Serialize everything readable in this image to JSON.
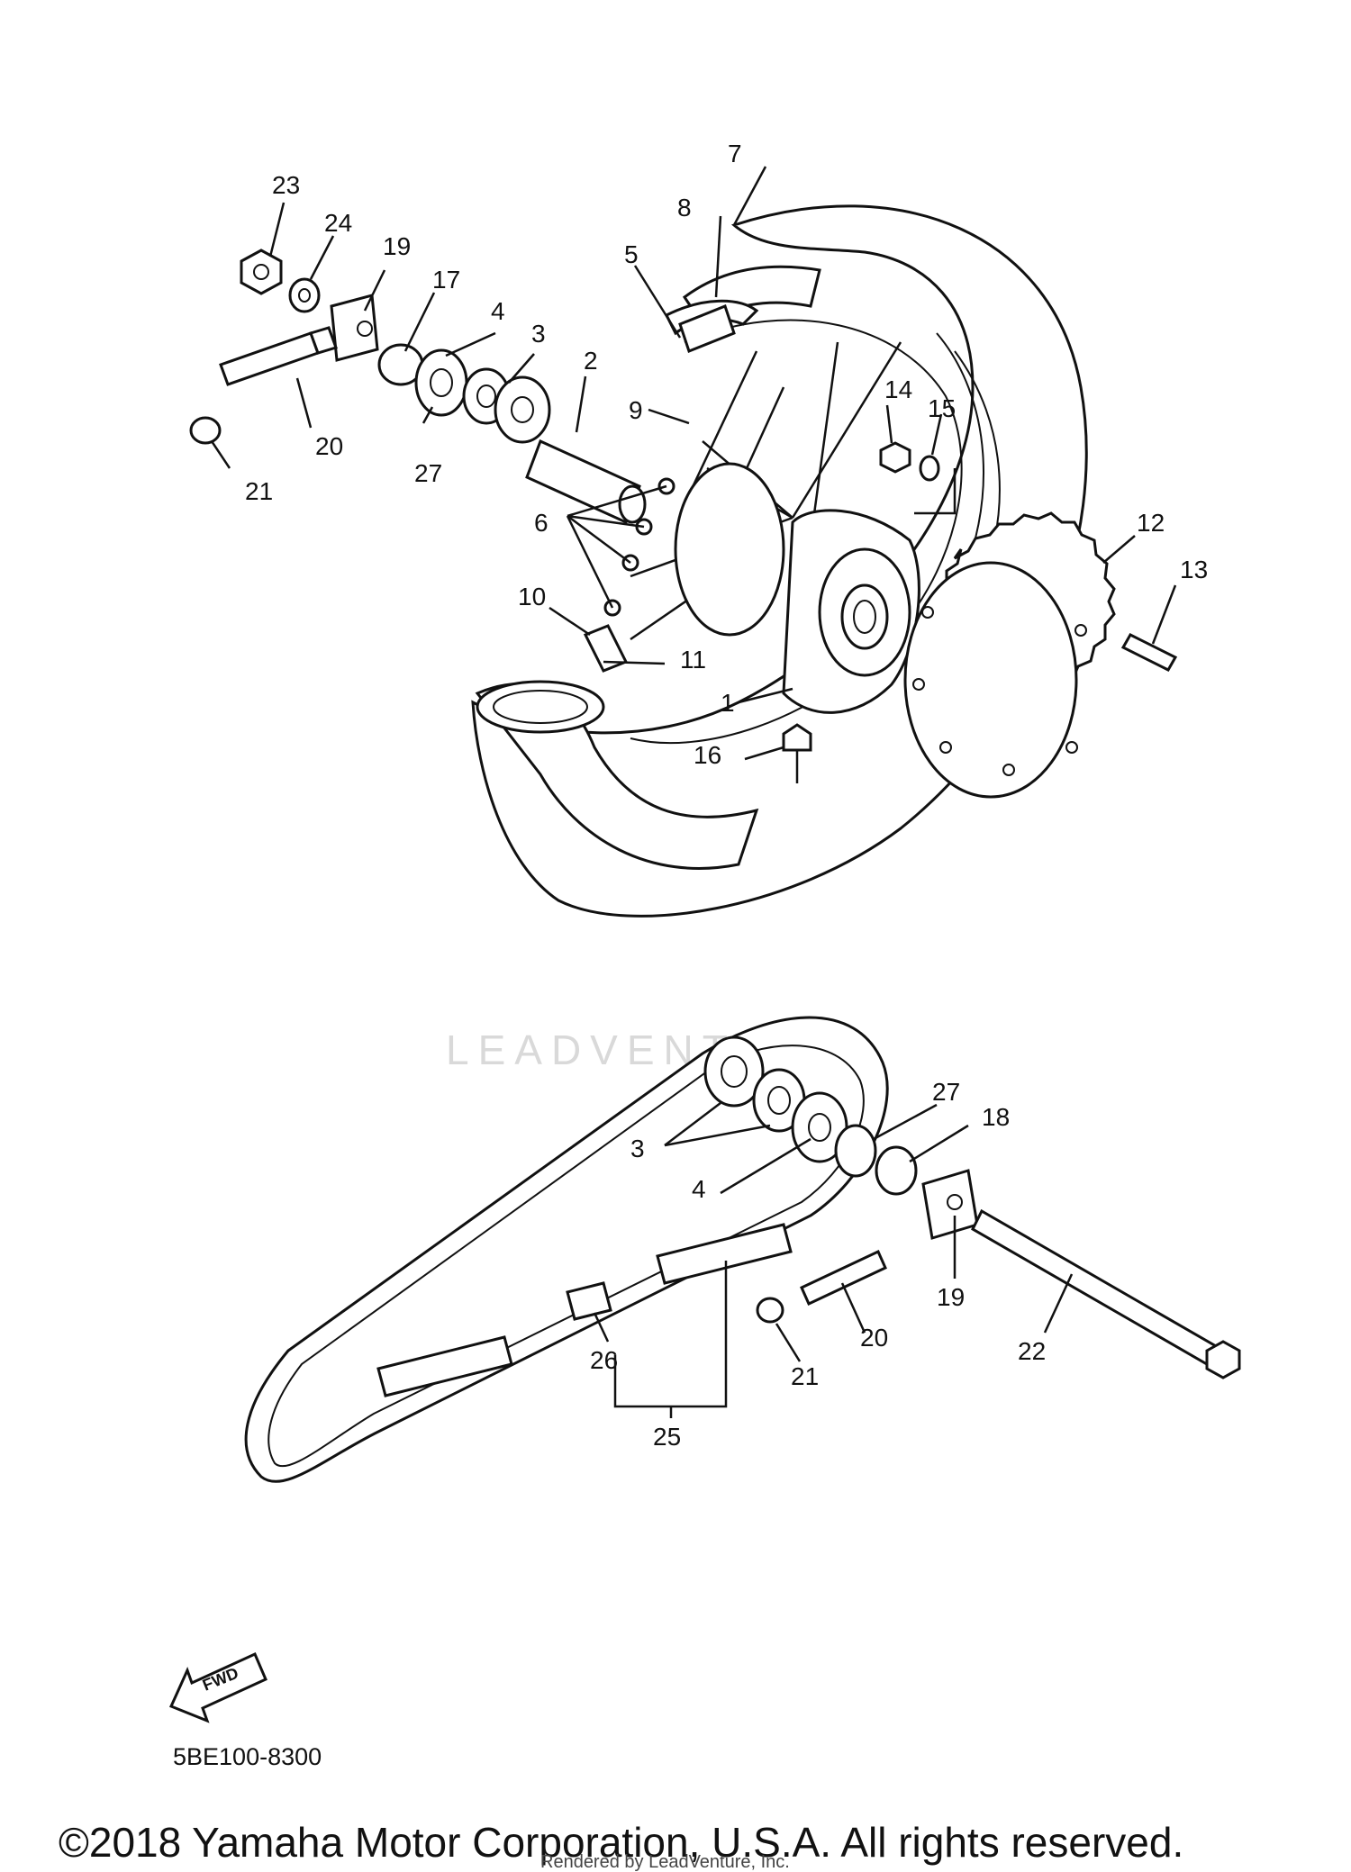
{
  "diagram": {
    "part_labels": [
      {
        "id": "l23a",
        "text": "23"
      },
      {
        "id": "l24",
        "text": "24"
      },
      {
        "id": "l19a",
        "text": "19"
      },
      {
        "id": "l17",
        "text": "17"
      },
      {
        "id": "l4a",
        "text": "4"
      },
      {
        "id": "l3a",
        "text": "3"
      },
      {
        "id": "l2",
        "text": "2"
      },
      {
        "id": "l20a",
        "text": "20"
      },
      {
        "id": "l21a",
        "text": "21"
      },
      {
        "id": "l27a",
        "text": "27"
      },
      {
        "id": "l7",
        "text": "7"
      },
      {
        "id": "l8",
        "text": "8"
      },
      {
        "id": "l5",
        "text": "5"
      },
      {
        "id": "l9",
        "text": "9"
      },
      {
        "id": "l14",
        "text": "14"
      },
      {
        "id": "l15",
        "text": "15"
      },
      {
        "id": "l6",
        "text": "6"
      },
      {
        "id": "l12",
        "text": "12"
      },
      {
        "id": "l13",
        "text": "13"
      },
      {
        "id": "l10",
        "text": "10"
      },
      {
        "id": "l11",
        "text": "11"
      },
      {
        "id": "l1",
        "text": "1"
      },
      {
        "id": "l16",
        "text": "16"
      },
      {
        "id": "l3b",
        "text": "3"
      },
      {
        "id": "l27b",
        "text": "27"
      },
      {
        "id": "l18",
        "text": "18"
      },
      {
        "id": "l4b",
        "text": "4"
      },
      {
        "id": "l19b",
        "text": "19"
      },
      {
        "id": "l20b",
        "text": "20"
      },
      {
        "id": "l22",
        "text": "22"
      },
      {
        "id": "l21b",
        "text": "21"
      },
      {
        "id": "l26",
        "text": "26"
      },
      {
        "id": "l25",
        "text": "25"
      }
    ],
    "watermark": "LEADVENTURE",
    "fwd_arrow_label": "FWD",
    "diagram_code": "5BE100-8300"
  },
  "footer": {
    "copyright": "©2018 Yamaha Motor Corporation, U.S.A. All rights reserved.",
    "rendered_by": "Rendered by LeadVenture, Inc."
  }
}
